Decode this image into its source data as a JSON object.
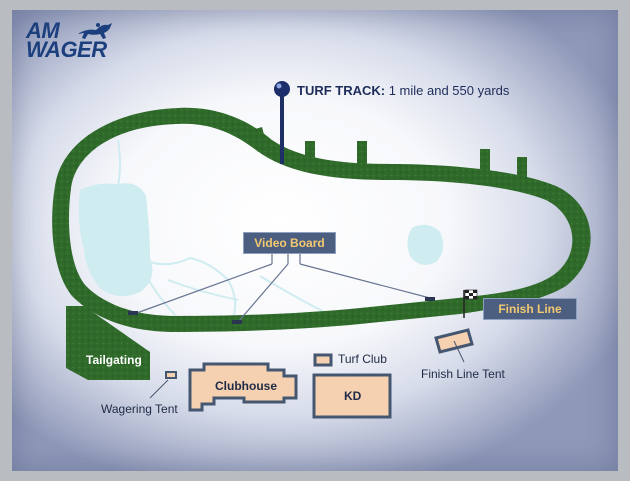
{
  "logo": {
    "line1": "AM",
    "line2": "WAGER"
  },
  "turf_track": {
    "title": "TURF TRACK:",
    "detail": " 1 mile and 550 yards"
  },
  "labels": {
    "video_board": "Video Board",
    "finish_line": "Finish Line",
    "finish_line_tent": "Finish Line Tent",
    "tailgating": "Tailgating",
    "clubhouse": "Clubhouse",
    "turf_club": "Turf Club",
    "kd": "KD",
    "wagering_tent": "Wagering Tent"
  },
  "colors": {
    "track": "#2f6a2b",
    "infield_water": "#cfecf1",
    "building": "#f6d1b1",
    "building_border": "#455670",
    "label_box": "#4d5f80",
    "label_text_gold": "#f2c870",
    "brand_blue": "#1c3f7e"
  },
  "icons": [
    "horse-jockey-icon",
    "checkered-flag-icon",
    "map-pin-icon"
  ]
}
